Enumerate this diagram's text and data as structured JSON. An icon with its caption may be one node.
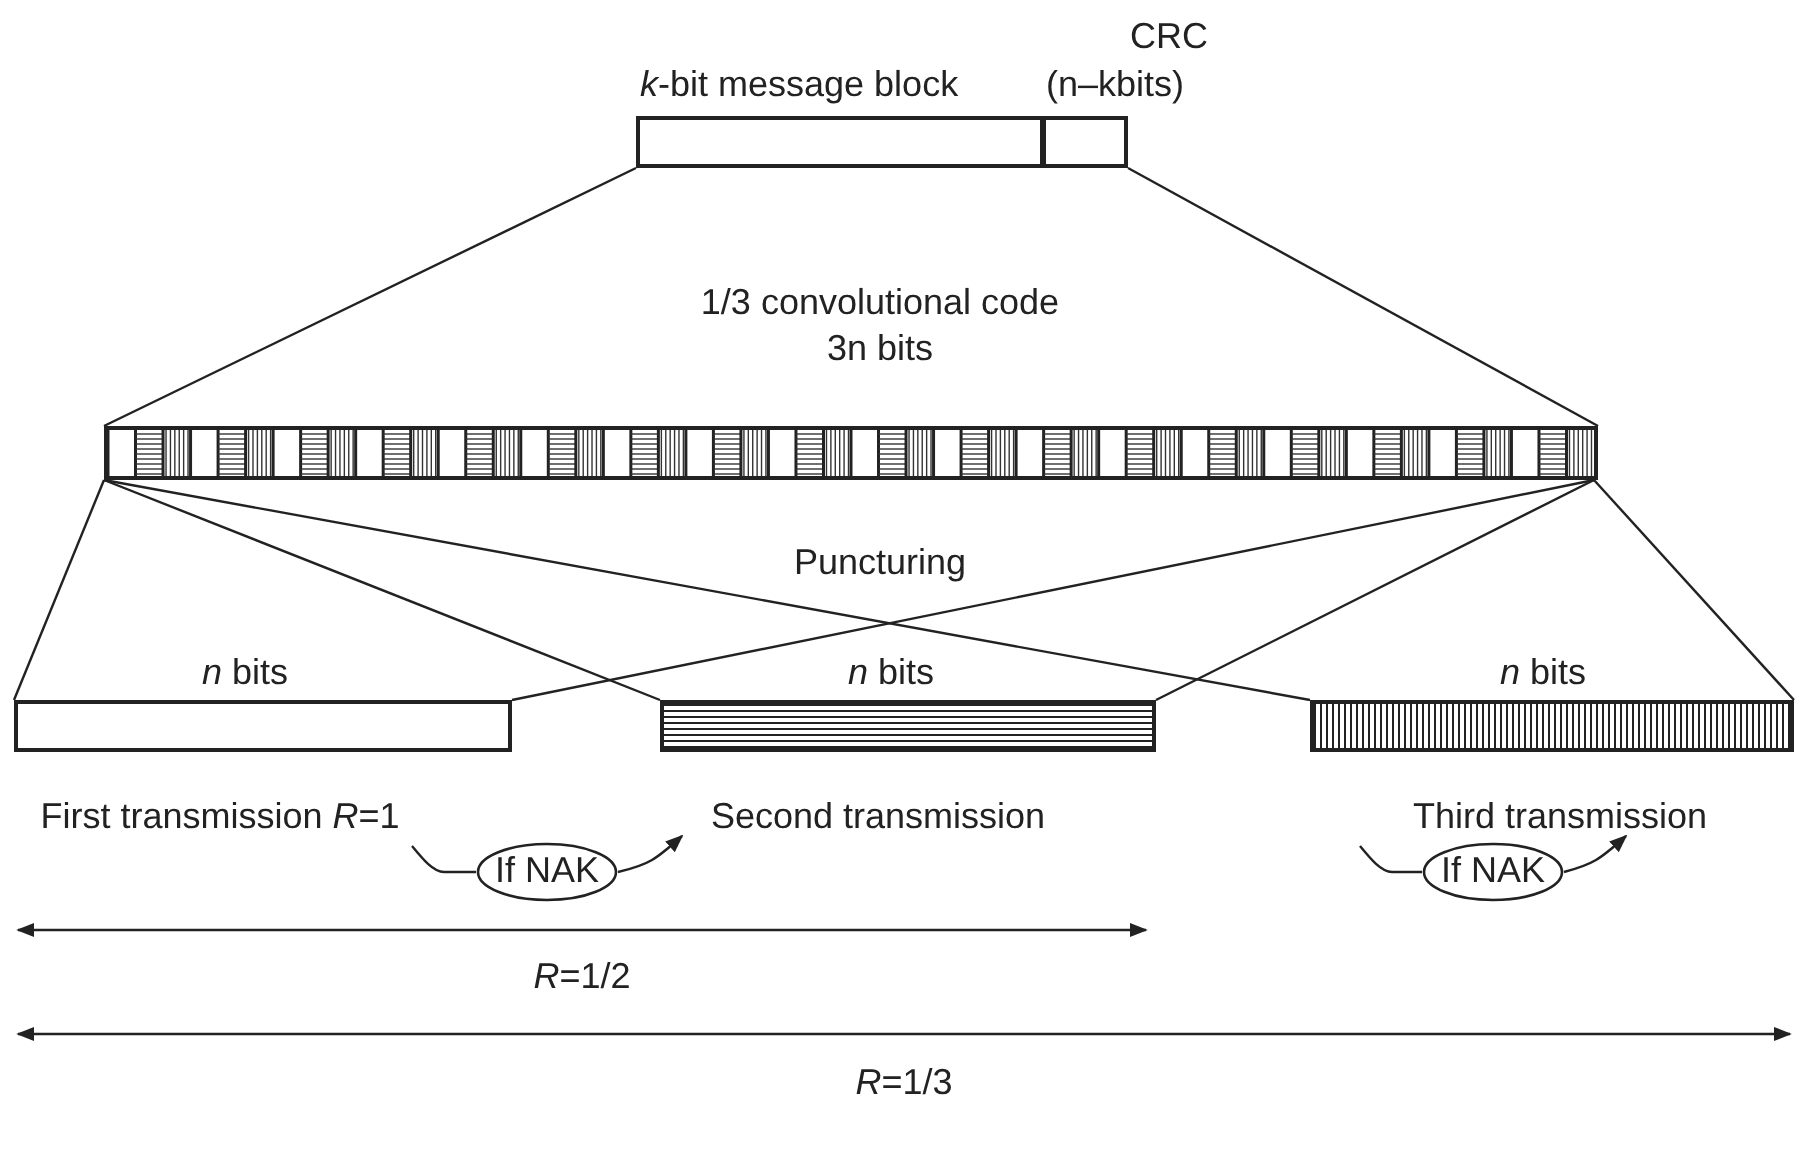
{
  "diagram": {
    "nodes": [
      {
        "text": [
          "*k*-bit message block"
        ]
      },
      {
        "text": [
          "CRC",
          "(n–kbits)"
        ]
      },
      {
        "text": [],
        "shape": "bar"
      },
      {
        "text": [
          "*n* bits"
        ],
        "beside": [
          "First transmission *R*=1"
        ]
      },
      {
        "text": [
          "*n* bits"
        ],
        "beside": [
          "Second transmission"
        ]
      },
      {
        "text": [
          "*n* bits"
        ]
      },
      {
        "text": [
          "If NAK"
        ]
      },
      {
        "text": [
          "If NAK"
        ]
      },
      {
        "text": [
          "Third transmission"
        ]
      }
    ],
    "edges": [
      {
        "from": 0,
        "to": 2,
        "arrow": "none"
      },
      {
        "from": 1,
        "to": 2,
        "arrow": "none"
      },
      {
        "from": 2,
        "to": 3,
        "arrow": "none"
      },
      {
        "from": 2,
        "to": 4,
        "arrow": "none"
      },
      {
        "from": 2,
        "to": 5,
        "arrow": "none"
      },
      {
        "from": 2,
        "to": 3,
        "arrow": "none"
      },
      {
        "from": 2,
        "to": 4,
        "arrow": "none"
      },
      {
        "from": 2,
        "to": 5,
        "arrow": "none"
      },
      {
        "from": 3,
        "to": 6,
        "arrow": "none"
      },
      {
        "from": 6,
        "to": 4,
        "arrow": "to"
      },
      {
        "from": null,
        "to": 7,
        "arrow": "none"
      },
      {
        "from": 7,
        "to": 8,
        "arrow": "to"
      }
    ],
    "labels": [
      "1/3 convolutional code 3n bits",
      "Puncturing",
      "*R*=1/2",
      "*R*=1/3"
    ]
  }
}
